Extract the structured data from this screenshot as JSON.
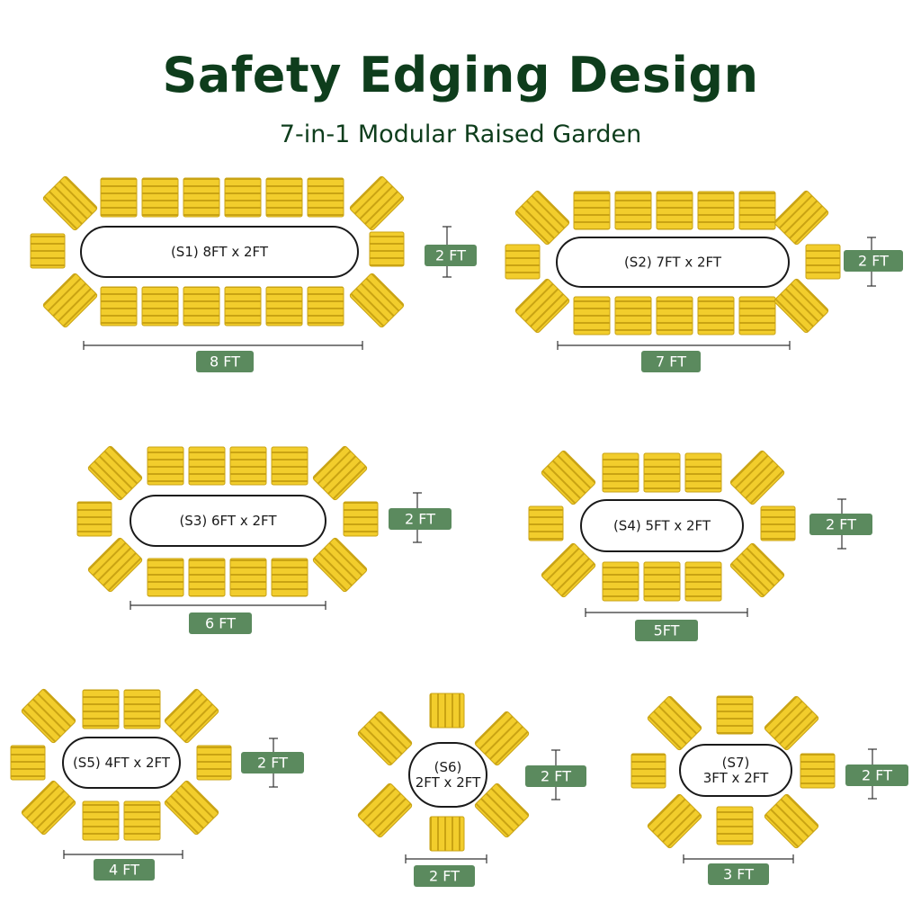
{
  "header": {
    "title": "Safety Edging Design",
    "subtitle": "7-in-1 Modular Raised Garden"
  },
  "colors": {
    "title": "#0e3d1c",
    "block": "#f2cd2c",
    "block_stripe": "#c9a313",
    "badge": "#5b8a5e",
    "outline": "#1a1a1a"
  },
  "configurations": [
    {
      "id": "s1",
      "label": [
        "(S1) 8FT x 2FT"
      ],
      "length_label": "8 FT",
      "width_label": "2 FT"
    },
    {
      "id": "s2",
      "label": [
        "(S2) 7FT x 2FT"
      ],
      "length_label": "7 FT",
      "width_label": "2 FT"
    },
    {
      "id": "s3",
      "label": [
        "(S3) 6FT x 2FT"
      ],
      "length_label": "6 FT",
      "width_label": "2 FT"
    },
    {
      "id": "s4",
      "label": [
        "(S4) 5FT x 2FT"
      ],
      "length_label": "5FT",
      "width_label": "2 FT"
    },
    {
      "id": "s5",
      "label": [
        "(S5) 4FT x 2FT"
      ],
      "length_label": "4 FT",
      "width_label": "2 FT"
    },
    {
      "id": "s6",
      "label": [
        "(S6)",
        "2FT x 2FT"
      ],
      "length_label": "2 FT",
      "width_label": "2 FT"
    },
    {
      "id": "s7",
      "label": [
        "(S7)",
        "3FT x 2FT"
      ],
      "length_label": "3 FT",
      "width_label": "2 FT"
    }
  ]
}
